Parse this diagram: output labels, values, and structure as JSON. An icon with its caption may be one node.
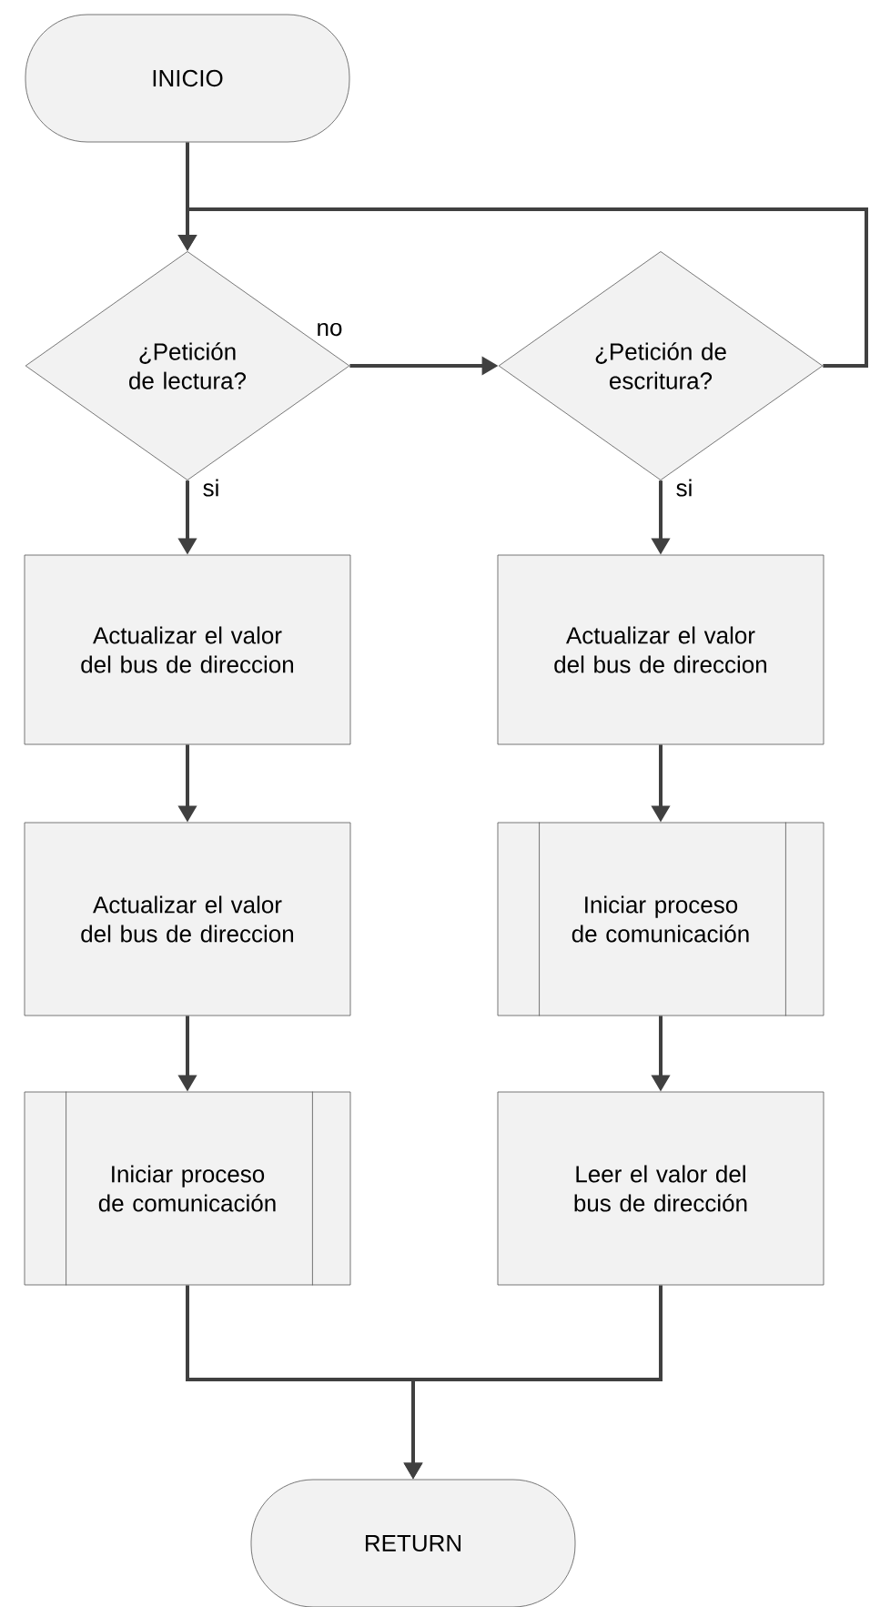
{
  "diagram": {
    "nodes": [
      {
        "text": [
          "INICIO"
        ]
      },
      {
        "text": [
          "¿Petición de lectura?"
        ]
      },
      {
        "text": [
          "¿Petición de escritura?"
        ]
      },
      {
        "text": [
          "Actualizar el valor del bus de direccion"
        ]
      },
      {
        "text": [
          "Actualizar el valor del bus de direccion"
        ]
      },
      {
        "text": [
          "Actualizar el valor del bus de direccion"
        ]
      },
      {
        "text": [
          "Iniciar proceso de comunicación"
        ]
      },
      {
        "text": [
          "Iniciar proceso de comunicación"
        ]
      },
      {
        "text": [
          "Leer el valor del bus de dirección"
        ]
      },
      {
        "text": [
          "RETURN"
        ]
      }
    ],
    "edges": [
      {
        "from": 0,
        "to": 1,
        "arrow": "to"
      },
      {
        "from": 1,
        "to": 2,
        "arrow": "to",
        "label": "no"
      },
      {
        "from": 2,
        "to": 1,
        "arrow": "to"
      },
      {
        "from": 1,
        "to": 3,
        "arrow": "to",
        "label": "si"
      },
      {
        "from": 2,
        "to": 4,
        "arrow": "to",
        "label": "si"
      },
      {
        "from": 3,
        "to": 5,
        "arrow": "to"
      },
      {
        "from": 4,
        "to": 6,
        "arrow": "to"
      },
      {
        "from": 5,
        "to": 7,
        "arrow": "to"
      },
      {
        "from": 6,
        "to": 8,
        "arrow": "to"
      },
      {
        "from": 7,
        "to": 9,
        "arrow": "to"
      },
      {
        "from": 8,
        "to": 9,
        "arrow": "to"
      }
    ]
  }
}
